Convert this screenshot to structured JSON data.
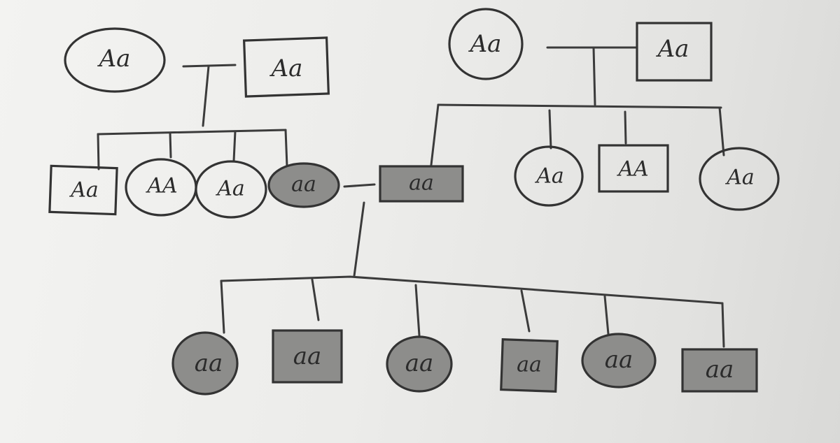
{
  "pedigree": {
    "family_left_parents": {
      "mother": "Aa",
      "father": "Aa"
    },
    "family_left_children": [
      "Aa",
      "AA",
      "Aa",
      "aa"
    ],
    "family_right_parents": {
      "mother": "Aa",
      "father": "Aa"
    },
    "family_right_children": [
      "aa",
      "Aa",
      "AA",
      "Aa"
    ],
    "generation_three": [
      "aa",
      "aa",
      "aa",
      "aa",
      "aa",
      "aa"
    ]
  }
}
